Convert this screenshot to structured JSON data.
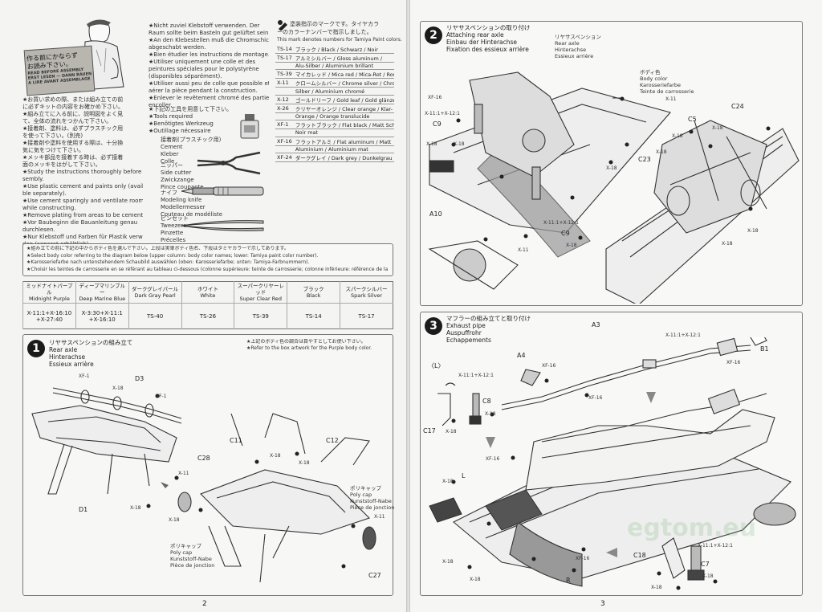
{
  "left_page": {
    "read_before_sign": {
      "japanese": [
        "作る前にかならず",
        "お読み下さい。"
      ],
      "lines": [
        "READ BEFORE ASSEMBLY",
        "ERST LESEN — DANN BAUEN",
        "A LIRE AVANT ASSEMBLAGE"
      ]
    },
    "general_notes_jp": [
      "★お買い求めの際、または組み立ての前",
      "に必ずキットの内容をお確かめ下さい。",
      "★組み立てに入る前に、説明図をよく見",
      "て、全体の流れをつかんで下さい。",
      "★接着剤、塗料は、必ずプラスチック用",
      "を使って下さい。(別売)",
      "★接着剤や塗料を使用する際は、十分換",
      "気に気をつけて下さい。",
      "★メッキ部品を接着する時は、必ず接着",
      "面のメッキをはがして下さい。"
    ],
    "general_notes_en": [
      "★Study the instructions thoroughly before as-",
      "sembly.",
      "★Use plastic cement and paints only (availa-",
      "ble separately).",
      "★Use cement sparingly and ventilate room",
      "while constructing.",
      "★Remove plating from areas to be cemented.",
      "",
      "★Vor Baubeginn die Bauanleitung genau",
      "durchlesen.",
      "★Nur Klebstoff und Farben für Plastik verwen-",
      "den (separat erhältlich)."
    ],
    "general_notes_de_fr": [
      "★Nicht zuviel Klebstoff verwenden. Der",
      "Raum sollte beim Basteln gut gelüftet sein.",
      "★An den Klebestellen muß die Chromschicht",
      "abgeschabt werden.",
      "",
      "★Bien étudier les instructions de montage.",
      "★Utiliser uniquement une colle et des",
      "peintures spéciales pour le polystyrène",
      "(disponibles séparément).",
      "★Utiliser aussi peu de colle que possible et",
      "aérer la pièce pendant la construction.",
      "★Enlever le revêtement chromé des parties à",
      "encoller."
    ],
    "tools": {
      "heading_jp": "★下記の工具を用意して下さい。",
      "heading_lines": [
        "★Tools required",
        "★Benötigtes Werkzeug",
        "★Outillage nécessaire"
      ],
      "items": [
        {
          "name": "接着剤(プラスチック用)",
          "lines": [
            "Cement",
            "Kleber",
            "Colle"
          ],
          "icon": "cement-bottle-icon"
        },
        {
          "name": "ニッパー",
          "lines": [
            "Side cutter",
            "Zwickzange",
            "Pince coupante"
          ],
          "icon": "side-cutter-icon"
        },
        {
          "name": "ナイフ",
          "lines": [
            "Modeling knife",
            "Modellermesser",
            "Couteau de modéliste"
          ],
          "icon": "modeling-knife-icon"
        },
        {
          "name": "ピンセット",
          "lines": [
            "Tweezers",
            "Pinzette",
            "Précelles"
          ],
          "icon": "tweezers-icon"
        }
      ]
    },
    "paint_codes": {
      "heading_jp": "塗装指示のマークです。タイヤカラ",
      "heading_jp2": "ーのカラーナンバーで指示しました。",
      "heading_en": "This mark denotes numbers for Tamiya Paint colors.",
      "rows": [
        {
          "code": "TS-14",
          "name": "ブラック / Black / Schwarz / Noir"
        },
        {
          "code": "TS-17",
          "name": "アルミシルバー / Gloss aluminum /"
        },
        {
          "code": "",
          "name": "Alu-Silber / Aluminium brillant"
        },
        {
          "code": "TS-39",
          "name": "マイカレッド / Mica red / Mica-Rot / Rouge mica"
        },
        {
          "code": "X-11",
          "name": "クロームシルバー / Chrome silver / Chrom-"
        },
        {
          "code": "",
          "name": "Silber / Aluminium chromé"
        },
        {
          "code": "X-12",
          "name": "ゴールドリーフ / Gold leaf / Gold glänzend / Doré"
        },
        {
          "code": "X-26",
          "name": "クリヤーオレンジ / Clear orange / Klar-"
        },
        {
          "code": "",
          "name": "Orange / Orange translucide"
        },
        {
          "code": "XF-1",
          "name": "フラットブラック / Flat black / Matt Schwarz /"
        },
        {
          "code": "",
          "name": "Noir mat"
        },
        {
          "code": "XF-16",
          "name": "フラットアルミ / Flat aluminum / Matt"
        },
        {
          "code": "",
          "name": "Aluminium / Aluminium mat"
        },
        {
          "code": "XF-24",
          "name": "ダークグレイ / Dark grey / Dunkelgrau / Gris foncé"
        }
      ]
    },
    "body_color_note": [
      "★組み立ての前に下記の中からボディ色を選んで下さい。上段は実車ボディ色名、下段はタミヤカラーで示してあります。",
      "★Select body color referring to the diagram below (upper column: body color names; lower: Tamiya paint color number).",
      "★Karosseriefarbe nach untenstehendem Schaubild auswählen (oben: Karosseriefarbe; unten: Tamiya-Farbnummern).",
      "★Choisir les teintes de carrosserie en se référant au tableau ci-dessous (colonne supérieure: teinte de carrosserie; colonne inférieure: référence de la peinture Tamiya)."
    ],
    "body_colors": [
      {
        "jp": "ミッドナイトパープル",
        "en": "Midnight Purple",
        "code": "X-11:1+X-16:10\n+X-27:40"
      },
      {
        "jp": "ディープマリンブルー",
        "en": "Deep Marine Blue",
        "code": "X-3:30+X-11:1\n+X-16:10"
      },
      {
        "jp": "ダークグレイパール",
        "en": "Dark Gray Pearl",
        "code": "TS-40"
      },
      {
        "jp": "ホワイト",
        "en": "White",
        "code": "TS-26"
      },
      {
        "jp": "スーパークリヤーレッド",
        "en": "Super Clear Red",
        "code": "TS-39"
      },
      {
        "jp": "ブラック",
        "en": "Black",
        "code": "TS-14"
      },
      {
        "jp": "スパークシルバー",
        "en": "Spark Silver",
        "code": "TS-17"
      }
    ],
    "step1": {
      "number": "1",
      "title_jp": "リヤサスペンションの組み立て",
      "title_lines": [
        "Rear axle",
        "Hinterachse",
        "Essieux arrière"
      ],
      "note_jp": "★上記のボディ色の調合は目やすとしてお使い下さい。",
      "note_en": "★Refer to the box artwork for the Purple body color.",
      "labels": [
        "XF-1",
        "D3",
        "X-18",
        "XF-1",
        "D1",
        "C28",
        "X-11",
        "C11",
        "C12",
        "X-18",
        "X-18",
        "X-18",
        "C27",
        "X-11",
        "X-18"
      ],
      "polycap_left": [
        "ポリキャップ",
        "Poly cap",
        "Kunststoff-Nabe",
        "Pièce de jonction"
      ],
      "polycap_right": [
        "ポリキャップ",
        "Poly cap",
        "Kunststoff-Nabe",
        "Pièce de jonction"
      ]
    },
    "page_number": "2"
  },
  "right_page": {
    "step2": {
      "number": "2",
      "title_jp": "リヤサスペンションの取り付け",
      "title_lines": [
        "Attaching rear axle",
        "Einbau der Hinterachse",
        "Fixation des essieux arrière"
      ],
      "callout_axle": [
        "リヤサスペンション",
        "Rear axle",
        "Hinterachse",
        "Essieux arrière"
      ],
      "callout_body": [
        "ボディ色",
        "Body color",
        "Karosseriefarbe",
        "Teinte de carrosserie"
      ],
      "labels": [
        "XF-16",
        "X-11:1+X-12:1",
        "C9",
        "X-18",
        "X-18",
        "X-11",
        "C5",
        "C24",
        "X-18",
        "X-18",
        "C23",
        "X-18",
        "X-18",
        "A10",
        "X-11:1+X-12:1",
        "C9",
        "X-18",
        "X-11",
        "X-18",
        "X-18"
      ]
    },
    "step3": {
      "number": "3",
      "title_jp": "マフラーの組み立てと取り付け",
      "title_lines": [
        "Exhaust pipe",
        "Auspuffrohr",
        "Echappements"
      ],
      "labels": [
        "A3",
        "X-11:1+X-12:1",
        "B1",
        "XF-16",
        "A4",
        "XF-16",
        "〈L〉",
        "X-11:1+X-12:1",
        "C8",
        "X-18",
        "XF-16",
        "C17",
        "X-18",
        "XF-16",
        "L",
        "X-18",
        "X-18",
        "XF-16",
        "R",
        "C18",
        "X-11:1+X-12:1",
        "C7",
        "X-18",
        "X-18",
        "X-18"
      ]
    },
    "watermark": "egtom.eu",
    "page_number": "3"
  }
}
